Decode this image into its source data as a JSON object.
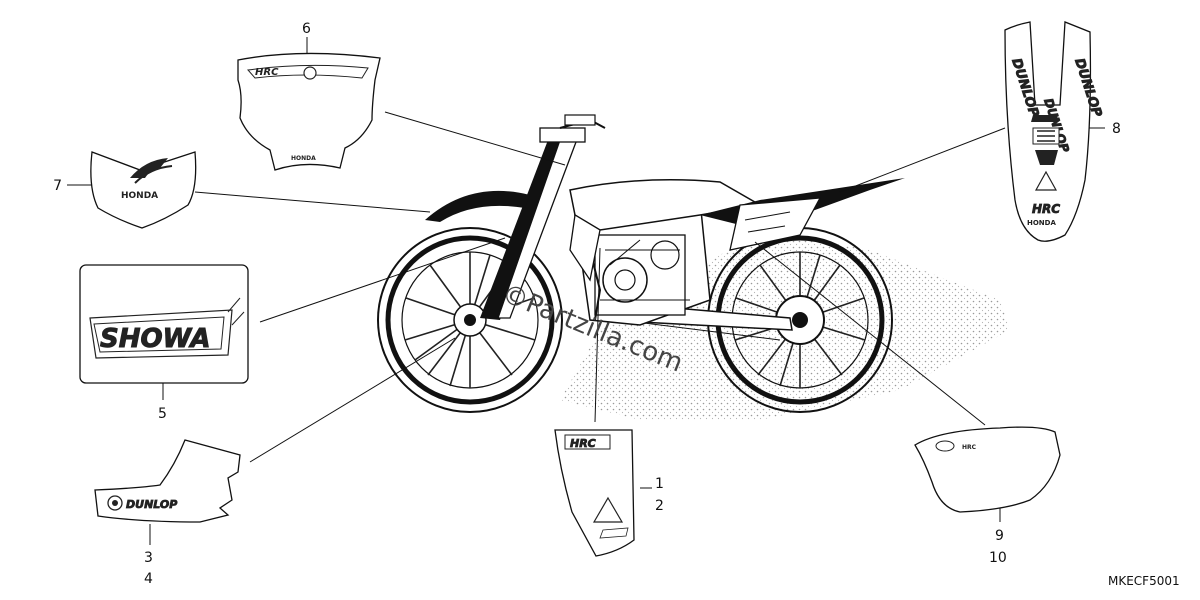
{
  "callouts": {
    "c1": "1",
    "c2": "2",
    "c3": "3",
    "c4": "4",
    "c5": "5",
    "c6": "6",
    "c7": "7",
    "c8": "8",
    "c9": "9",
    "c10": "10"
  },
  "diagram_code": "MKECF5001",
  "watermark": "©Partzilla.com",
  "decal_text": {
    "showa": "SHOWA",
    "dunlop": "DUNLOP",
    "honda": "HONDA",
    "hrc": "HRC",
    "shroud_hrc": "HRC",
    "plate_hrc": "HRC",
    "plate_honda": "HONDA",
    "sidecover_logo": "HRC"
  }
}
